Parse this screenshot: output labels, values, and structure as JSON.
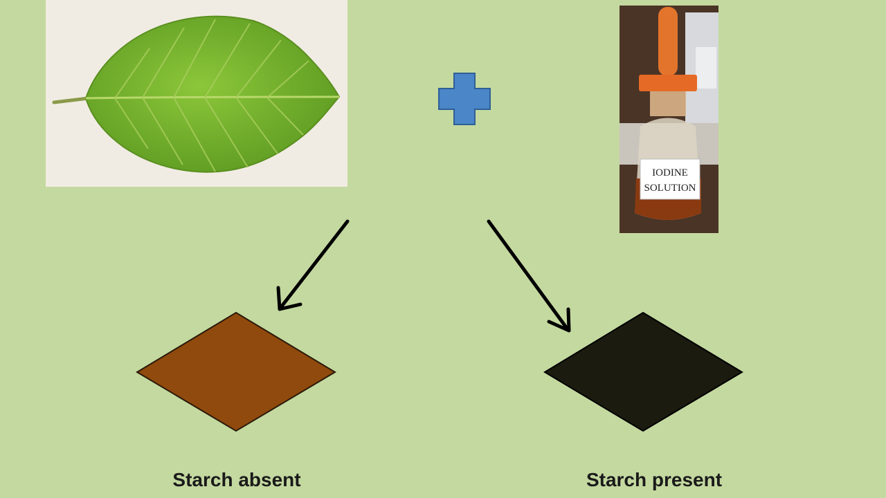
{
  "outcomes": {
    "absent": {
      "label": "Starch absent",
      "color": "#904a0d"
    },
    "present": {
      "label": "Starch present",
      "color": "#1b1b10"
    }
  },
  "bottle": {
    "label_line1": "IODINE",
    "label_line2": "SOLUTION"
  },
  "colors": {
    "background": "#c4d9a0",
    "plus": "#4a86c8",
    "leaf": "#79b62c",
    "arrow": "#000000"
  },
  "icons": [
    "leaf-photo",
    "plus-icon",
    "iodine-bottle-photo",
    "arrow-icon"
  ]
}
